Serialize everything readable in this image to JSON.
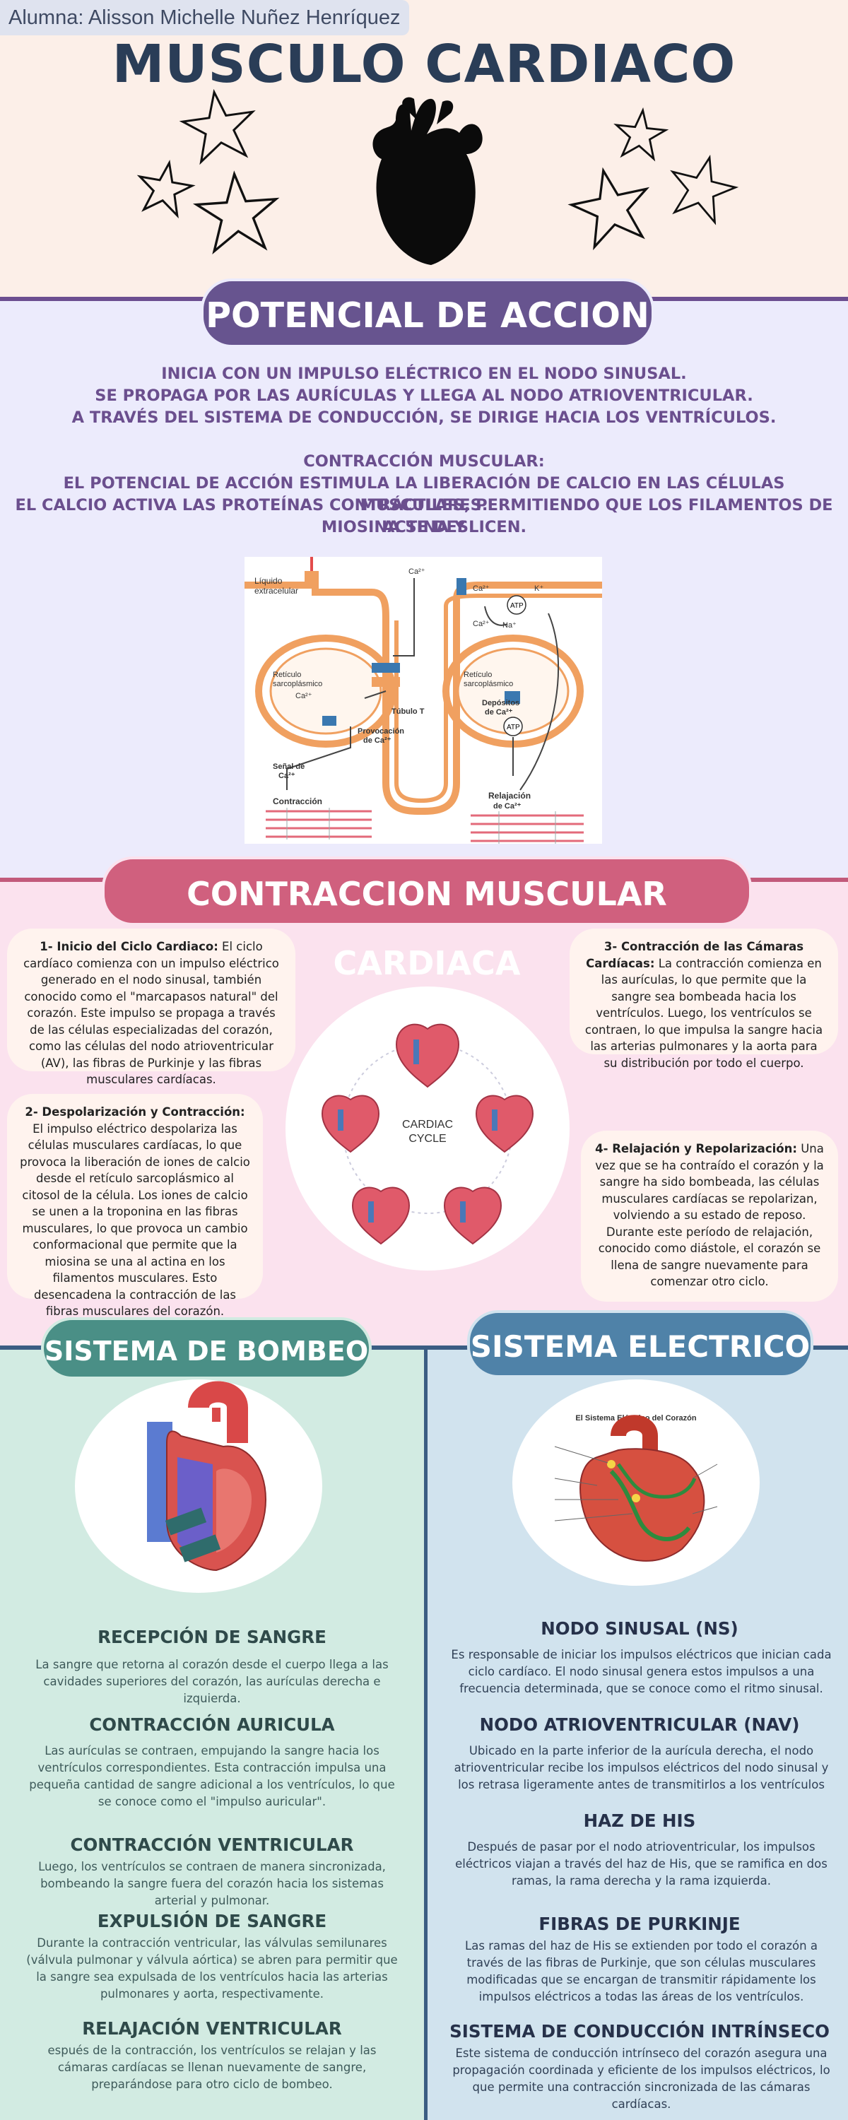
{
  "header": {
    "student": "Alumna: Alisson Michelle Nuñez Henríquez",
    "title": "MUSCULO CARDIACO"
  },
  "icons": {
    "heart": "heart-silhouette-icon",
    "stars": "star-outline-icon"
  },
  "accion": {
    "title": "POTENCIAL DE ACCION",
    "lines": [
      "INICIA CON UN IMPULSO ELÉCTRICO EN EL NODO SINUSAL.",
      "SE PROPAGA POR LAS AURÍCULAS Y LLEGA AL NODO ATRIOVENTRICULAR.",
      "A TRAVÉS DEL SISTEMA DE CONDUCCIÓN, SE DIRIGE HACIA LOS VENTRÍCULOS."
    ],
    "contraccion_heading": "CONTRACCIÓN MUSCULAR:",
    "contraccion_lines": [
      "EL POTENCIAL DE ACCIÓN ESTIMULA LA LIBERACIÓN DE CALCIO EN LAS CÉLULAS MUSCULARES.",
      "EL CALCIO ACTIVA LAS PROTEÍNAS CONTRÁCTILES, PERMITIENDO QUE LOS FILAMENTOS DE ACTINA Y",
      "MIOSINA SE DESLICEN."
    ],
    "diagram": {
      "liquido": "Líquido",
      "extracelular": "extracelular",
      "ca": "Ca²⁺",
      "na": "Na⁺",
      "k": "K⁺",
      "atp": "ATP",
      "reticulo": "Retículo",
      "sarcoplasmico": "sarcoplásmico",
      "tubulo": "Túbulo T",
      "provocacion": "Provocación",
      "de_ca": "de Ca²⁺",
      "depositos": "Depósitos",
      "senal": "Señal de",
      "contraccion": "Contracción",
      "relajacion": "Relajación"
    }
  },
  "contraccion": {
    "title": "CONTRACCION MUSCULAR CARDIACA",
    "cards": [
      {
        "heading": "1- Inicio del Ciclo Cardiaco:",
        "text": "El ciclo cardíaco comienza con un impulso eléctrico generado en el nodo sinusal, también conocido como el \"marcapasos natural\" del corazón.  Este impulso se propaga a través de las células especializadas del corazón, como las células del nodo atrioventricular (AV), las fibras de Purkinje y las fibras musculares cardíacas."
      },
      {
        "heading": "2- Despolarización y Contracción:",
        "text": "El impulso eléctrico despolariza las células musculares cardíacas, lo que provoca la liberación de iones de calcio desde el retículo sarcoplásmico al citosol de la célula. Los iones de calcio se unen a la troponina en las fibras musculares, lo que provoca un cambio conformacional que permite que la miosina se una al actina en los filamentos musculares. Esto desencadena la contracción de las fibras musculares del corazón."
      },
      {
        "heading": "3- Contracción de las Cámaras Cardíacas:",
        "text": "La contracción comienza en las aurículas, lo que permite que la sangre sea bombeada hacia los ventrículos. Luego, los ventrículos se contraen, lo que impulsa la sangre hacia las arterias pulmonares y la aorta para su distribución por todo el cuerpo."
      },
      {
        "heading": "4- Relajación y Repolarización:",
        "text": "Una vez que se ha contraído el corazón y la sangre ha sido bombeada, las células musculares cardíacas se repolarizan, volviendo a su estado de reposo. Durante este período de relajación, conocido como diástole, el corazón se llena de sangre nuevamente para comenzar otro ciclo."
      }
    ],
    "cycle_label_1": "CARDIAC",
    "cycle_label_2": "CYCLE"
  },
  "bombeo": {
    "title": "SISTEMA DE BOMBEO",
    "items": [
      {
        "heading": "RECEPCIÓN DE SANGRE",
        "text": "La sangre que retorna al corazón desde el cuerpo llega a las cavidades superiores del corazón, las aurículas derecha e izquierda."
      },
      {
        "heading": "CONTRACCIÓN AURICULA",
        "text": "Las aurículas se contraen, empujando la sangre hacia los ventrículos correspondientes. Esta contracción impulsa una pequeña cantidad de sangre adicional a los ventrículos, lo que se conoce como el \"impulso auricular\"."
      },
      {
        "heading": "CONTRACCIÓN VENTRICULAR",
        "text": "Luego, los ventrículos se contraen de manera sincronizada, bombeando la sangre fuera del corazón hacia los sistemas arterial y pulmonar."
      },
      {
        "heading": "EXPULSIÓN DE SANGRE",
        "text": "Durante la contracción ventricular, las válvulas semilunares (válvula pulmonar y válvula aórtica) se abren para permitir que la sangre sea expulsada de los ventrículos hacia las arterias pulmonares y aorta, respectivamente."
      },
      {
        "heading": "RELAJACIÓN VENTRICULAR",
        "text": "espués de la contracción, los ventrículos se relajan y las cámaras cardíacas se llenan nuevamente de sangre, preparándose para otro ciclo de bombeo."
      }
    ]
  },
  "electrico": {
    "title": "SISTEMA ELECTRICO",
    "diagram_title": "El Sistema Eléctrico del Corazón",
    "items": [
      {
        "heading": "NODO SINUSAL (NS)",
        "text": "Es responsable de iniciar los impulsos eléctricos que inician cada ciclo cardíaco. El nodo sinusal genera estos impulsos a una frecuencia determinada, que se conoce como el ritmo sinusal."
      },
      {
        "heading": "NODO ATRIOVENTRICULAR (NAV)",
        "text": "Ubicado en la parte inferior de la aurícula derecha, el nodo atrioventricular recibe los impulsos eléctricos del nodo sinusal y los retrasa ligeramente antes de transmitirlos a los ventrículos"
      },
      {
        "heading": "HAZ DE HIS",
        "text": "Después de pasar por el nodo atrioventricular, los impulsos eléctricos viajan a través del haz de His, que se ramifica en dos ramas, la rama derecha y la rama izquierda."
      },
      {
        "heading": "FIBRAS DE PURKINJE",
        "text": "Las ramas del haz de His se extienden por todo el corazón a través de las fibras de Purkinje, que son células musculares modificadas que se encargan de transmitir rápidamente los impulsos eléctricos a todas las áreas de los ventrículos."
      },
      {
        "heading": "SISTEMA DE CONDUCCIÓN INTRÍNSECO",
        "text": "Este sistema de conducción intrínseco del corazón asegura una propagación coordinada y eficiente de los impulsos eléctricos, lo que permite una contracción sincronizada de las cámaras cardíacas."
      }
    ]
  }
}
